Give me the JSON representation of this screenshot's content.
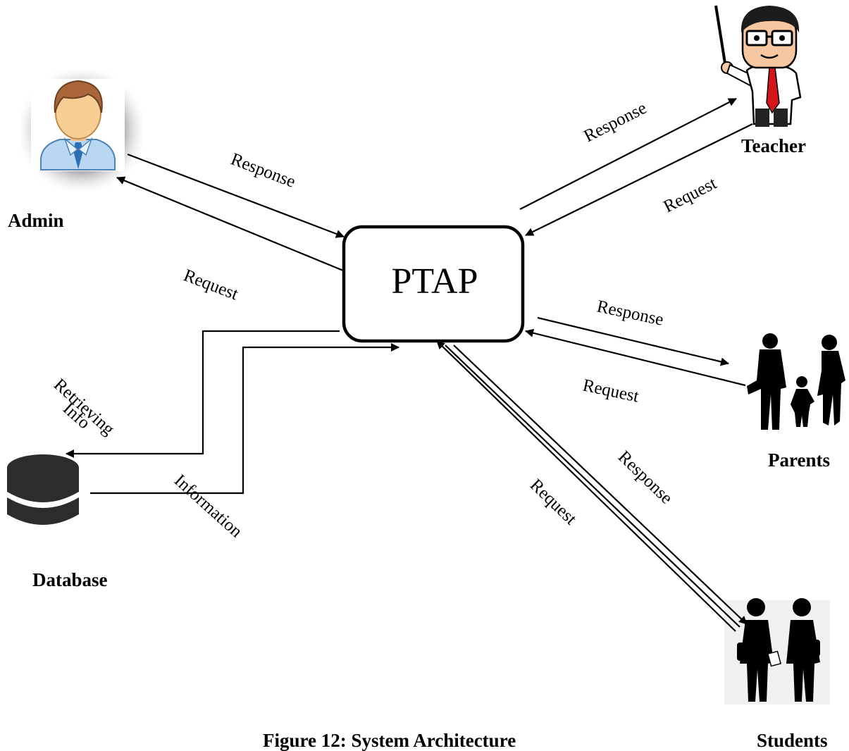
{
  "center": {
    "label": "PTAP"
  },
  "nodes": {
    "admin": "Admin",
    "teacher": "Teacher",
    "parents": "Parents",
    "students": "Students",
    "database": "Database"
  },
  "edges": {
    "admin_response": "Response",
    "admin_request": "Request",
    "teacher_response": "Response",
    "teacher_request": "Request",
    "parents_response": "Response",
    "parents_request": "Request",
    "students_response": "Response",
    "students_request": "Request",
    "db_retrieving_line1": "Retrieving",
    "db_retrieving_line2": "Info",
    "db_information": "Information"
  },
  "caption": "Figure 12: System Architecture",
  "icons": {
    "admin": "admin-avatar-icon",
    "teacher": "teacher-cartoon-icon",
    "parents": "family-silhouette-icon",
    "students": "students-silhouette-icon",
    "database": "database-icon"
  }
}
